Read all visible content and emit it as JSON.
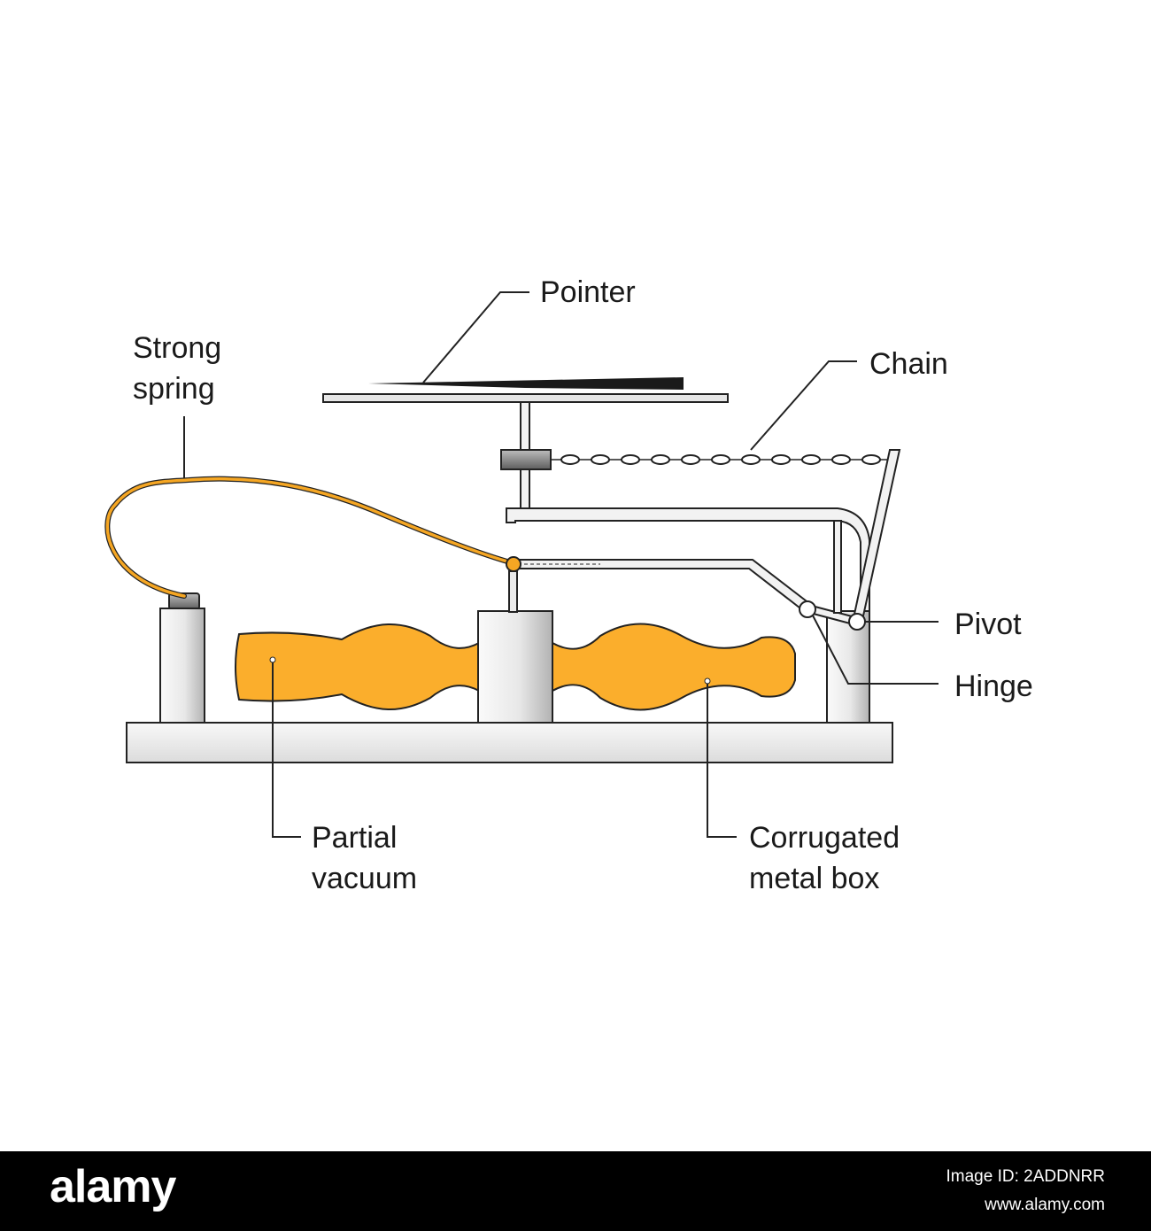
{
  "labels": {
    "pointer": "Pointer",
    "strong": "Strong",
    "spring": "spring",
    "chain": "Chain",
    "pivot": "Pivot",
    "hinge": "Hinge",
    "partial": "Partial",
    "vacuum": "vacuum",
    "corrugated": "Corrugated",
    "metal_box": "metal box"
  },
  "colors": {
    "bellows": "#fbae2c",
    "spring": "#f5a623",
    "metal_light": "#f4f4f4",
    "metal_dark": "#b4b4b4",
    "outline": "#222222",
    "background": "#ffffff",
    "footer": "#000000"
  },
  "footer": {
    "brand": "alamy",
    "image_id": "Image ID: 2ADDNRR",
    "url": "www.alamy.com"
  }
}
